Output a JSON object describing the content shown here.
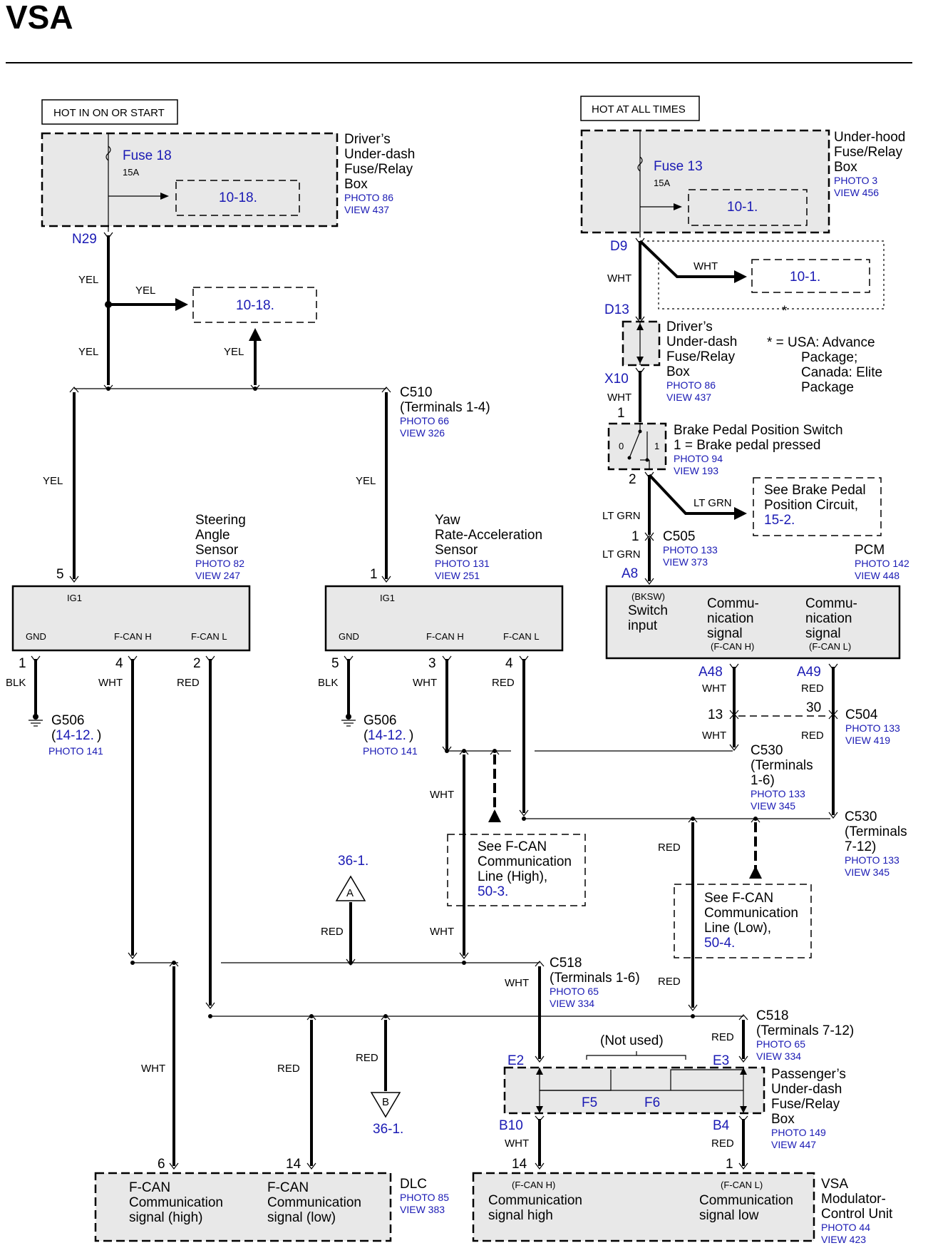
{
  "title": "VSA",
  "power": {
    "hot_ign": "HOT IN ON OR START",
    "hot_all": "HOT AT ALL TIMES",
    "drv_box": [
      "Driver’s",
      "Under-dash",
      "Fuse/Relay",
      "Box"
    ],
    "drv_photo": "PHOTO 86",
    "drv_view": "VIEW 437",
    "fuse18": "Fuse 18",
    "fuse18_amp": "15A",
    "ref_10_18": "10-18.",
    "n29": "N29",
    "uh_box": [
      "Under-hood",
      "Fuse/Relay",
      "Box"
    ],
    "uh_photo": "PHOTO 3",
    "uh_view": "VIEW 456",
    "fuse13": "Fuse 13",
    "fuse13_amp": "15A",
    "ref_10_1": "10-1.",
    "d9": "D9",
    "d13": "D13",
    "x10": "X10",
    "star": "*",
    "note": [
      "*  =  USA: Advance",
      "Package;",
      "Canada:  Elite",
      "Package"
    ]
  },
  "wires": {
    "yel": "YEL",
    "wht": "WHT",
    "red": "RED",
    "blk": "BLK",
    "ltgrn": "LT GRN"
  },
  "c510": {
    "name": "C510",
    "terms": "(Terminals 1-4)",
    "photo": "PHOTO 66",
    "view": "VIEW 326"
  },
  "steering": {
    "name": [
      "Steering",
      "Angle",
      "Sensor"
    ],
    "photo": "PHOTO 82",
    "view": "VIEW 247",
    "pin_top": "5",
    "ig1": "IG1",
    "gnd": "GND",
    "fcanh": "F-CAN H",
    "fcanl": "F-CAN L",
    "pins": [
      "1",
      "4",
      "2"
    ]
  },
  "yaw": {
    "name": [
      "Yaw",
      "Rate-Acceleration",
      "Sensor"
    ],
    "photo": "PHOTO 131",
    "view": "VIEW 251",
    "pin_top": "1",
    "ig1": "IG1",
    "gnd": "GND",
    "fcanh": "F-CAN H",
    "fcanl": "F-CAN L",
    "pins": [
      "5",
      "3",
      "4"
    ]
  },
  "g506": {
    "name": "G506",
    "ref": "14-12.",
    "photo": "PHOTO 141"
  },
  "bpp": {
    "name": "Brake Pedal Position Switch",
    "desc": "1 = Brake pedal pressed",
    "photo": "PHOTO 94",
    "view": "VIEW 193",
    "pin1": "1",
    "pin2": "2",
    "zero": "0",
    "one": "1",
    "see": [
      "See Brake Pedal",
      "Position Circuit,"
    ],
    "see_ref": "15-2."
  },
  "c505": {
    "name": "C505",
    "photo": "PHOTO 133",
    "view": "VIEW 373",
    "pin": "1",
    "a8": "A8"
  },
  "pcm": {
    "name": "PCM",
    "photo": "PHOTO 142",
    "view": "VIEW 448",
    "bksw": "(BKSW)",
    "switch": [
      "Switch",
      "input"
    ],
    "comm_h": [
      "Commu-",
      "nication",
      "signal",
      "(F-CAN H)"
    ],
    "comm_l": [
      "Commu-",
      "nication",
      "signal",
      "(F-CAN L)"
    ],
    "a48": "A48",
    "a49": "A49"
  },
  "c504": {
    "name": "C504",
    "photo": "PHOTO 133",
    "view": "VIEW 419",
    "p13": "13",
    "p30": "30"
  },
  "c530a": {
    "name": "C530",
    "terms": [
      "(Terminals",
      "1-6)"
    ],
    "photo": "PHOTO 133",
    "view": "VIEW 345"
  },
  "c530b": {
    "name": "C530",
    "terms": [
      "(Terminals",
      "7-12)"
    ],
    "photo": "PHOTO 133",
    "view": "VIEW 345"
  },
  "fcan_high": {
    "see": [
      "See F-CAN",
      "Communication",
      "Line (High),"
    ],
    "ref": "50-3."
  },
  "fcan_low": {
    "see": [
      "See F-CAN",
      "Communication",
      "Line (Low),"
    ],
    "ref": "50-4."
  },
  "conn_a": {
    "letter": "A",
    "ref": "36-1."
  },
  "conn_b": {
    "letter": "B",
    "ref": "36-1."
  },
  "c518a": {
    "name": "C518",
    "terms": "(Terminals 1-6)",
    "photo": "PHOTO 65",
    "view": "VIEW 334"
  },
  "c518b": {
    "name": "C518",
    "terms": "(Terminals 7-12)",
    "photo": "PHOTO 65",
    "view": "VIEW 334"
  },
  "pass_box": {
    "name": [
      "Passenger’s",
      "Under-dash",
      "Fuse/Relay",
      "Box"
    ],
    "photo": "PHOTO 149",
    "view": "VIEW 447",
    "not_used": "(Not used)",
    "e2": "E2",
    "e3": "E3",
    "f5": "F5",
    "f6": "F6",
    "b10": "B10",
    "b4": "B4"
  },
  "dlc": {
    "name": "DLC",
    "photo": "PHOTO 85",
    "view": "VIEW 383",
    "pin6": "6",
    "pin14": "14",
    "high": [
      "F-CAN",
      "Communication",
      "signal (high)"
    ],
    "low": [
      "F-CAN",
      "Communication",
      "signal (low)"
    ]
  },
  "vsa": {
    "name": [
      "VSA",
      "Modulator-",
      "Control Unit"
    ],
    "photo": "PHOTO 44",
    "view": "VIEW 423",
    "pin14": "14",
    "pin1": "1",
    "high": [
      "(F-CAN H)",
      "Communication",
      "signal high"
    ],
    "low": [
      "(F-CAN L)",
      "Communication",
      "signal low"
    ]
  }
}
